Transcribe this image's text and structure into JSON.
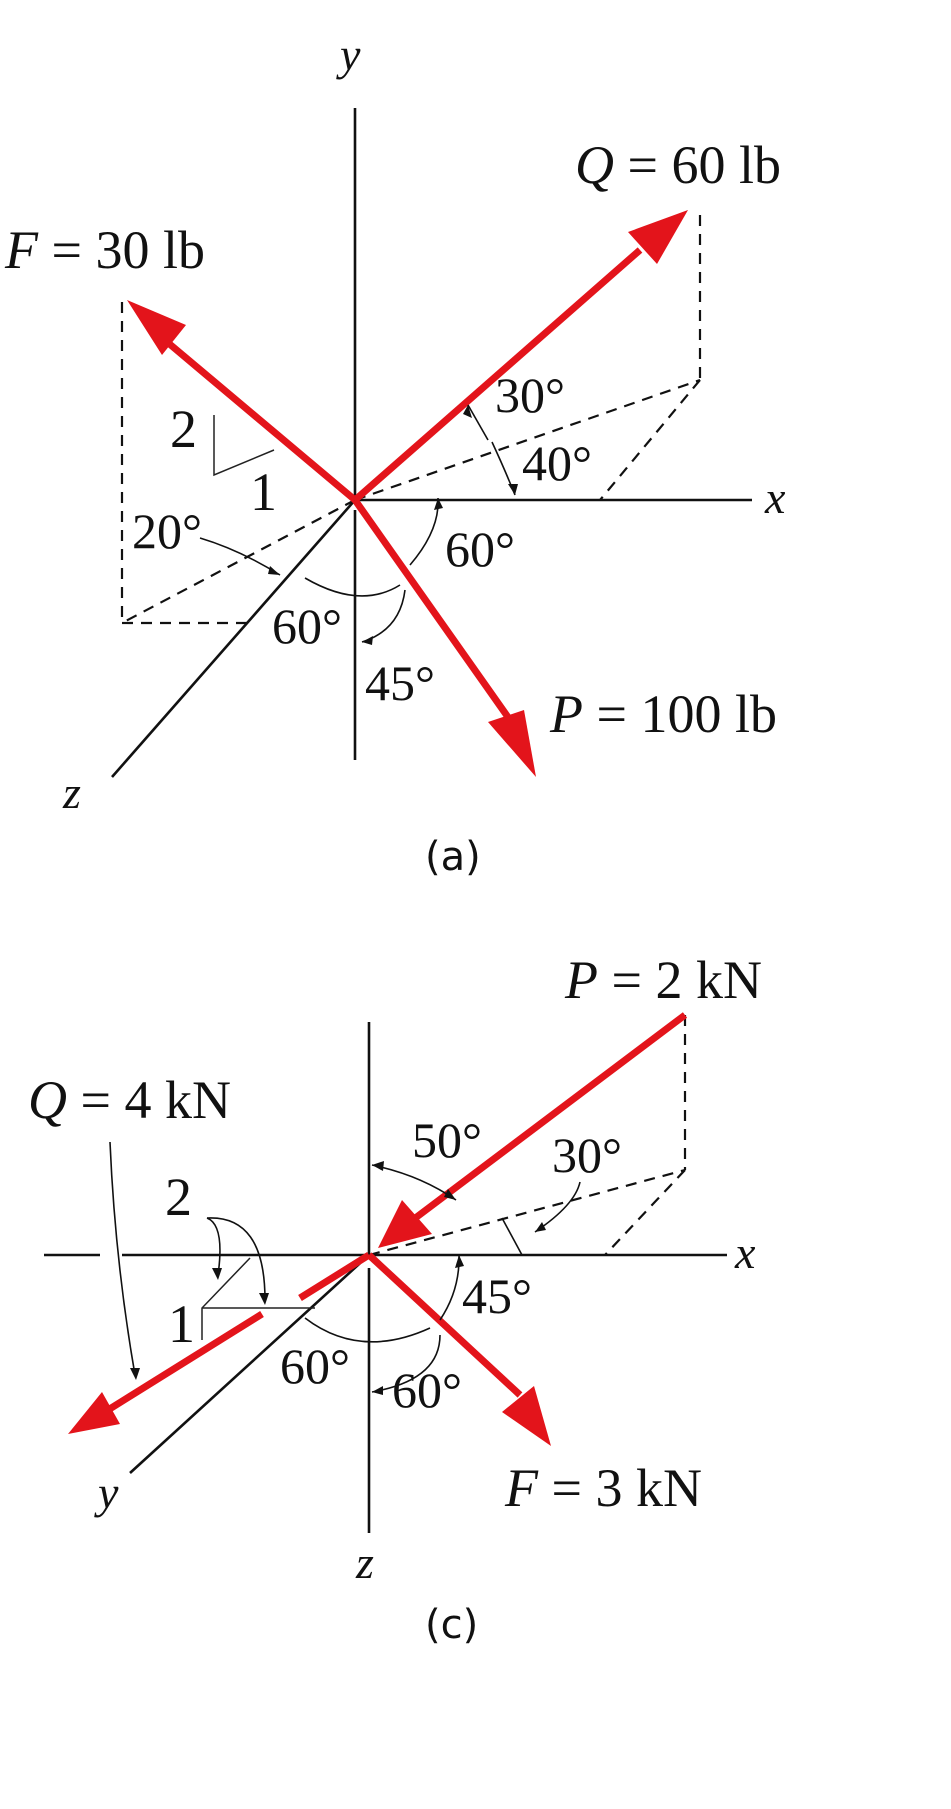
{
  "colors": {
    "force": "#e3141b",
    "line": "#111111",
    "background": "#ffffff"
  },
  "figure_a": {
    "caption": "(a)",
    "axes": {
      "x": "x",
      "y": "y",
      "z": "z"
    },
    "forces": {
      "F": {
        "symbol": "F",
        "value": "= 30 lb"
      },
      "Q": {
        "symbol": "Q",
        "value": "= 60 lb"
      },
      "P": {
        "symbol": "P",
        "value": "= 100 lb"
      }
    },
    "slope": {
      "rise": "2",
      "run": "1"
    },
    "angles": {
      "q_elevation": "30°",
      "q_azimuth": "40°",
      "f_horizontal": "20°",
      "p_x": "60°",
      "p_z": "60°",
      "p_negy": "45°"
    }
  },
  "figure_c": {
    "caption": "(c)",
    "axes": {
      "x": "x",
      "y": "y",
      "z": "z"
    },
    "forces": {
      "P": {
        "symbol": "P",
        "value": "= 2 kN"
      },
      "Q": {
        "symbol": "Q",
        "value": "= 4 kN"
      },
      "F": {
        "symbol": "F",
        "value": "= 3 kN"
      }
    },
    "slope": {
      "rise": "2",
      "run": "1"
    },
    "angles": {
      "p_vertical": "50°",
      "p_azimuth": "30°",
      "f_x": "45°",
      "f_y": "60°",
      "f_z": "60°"
    }
  }
}
